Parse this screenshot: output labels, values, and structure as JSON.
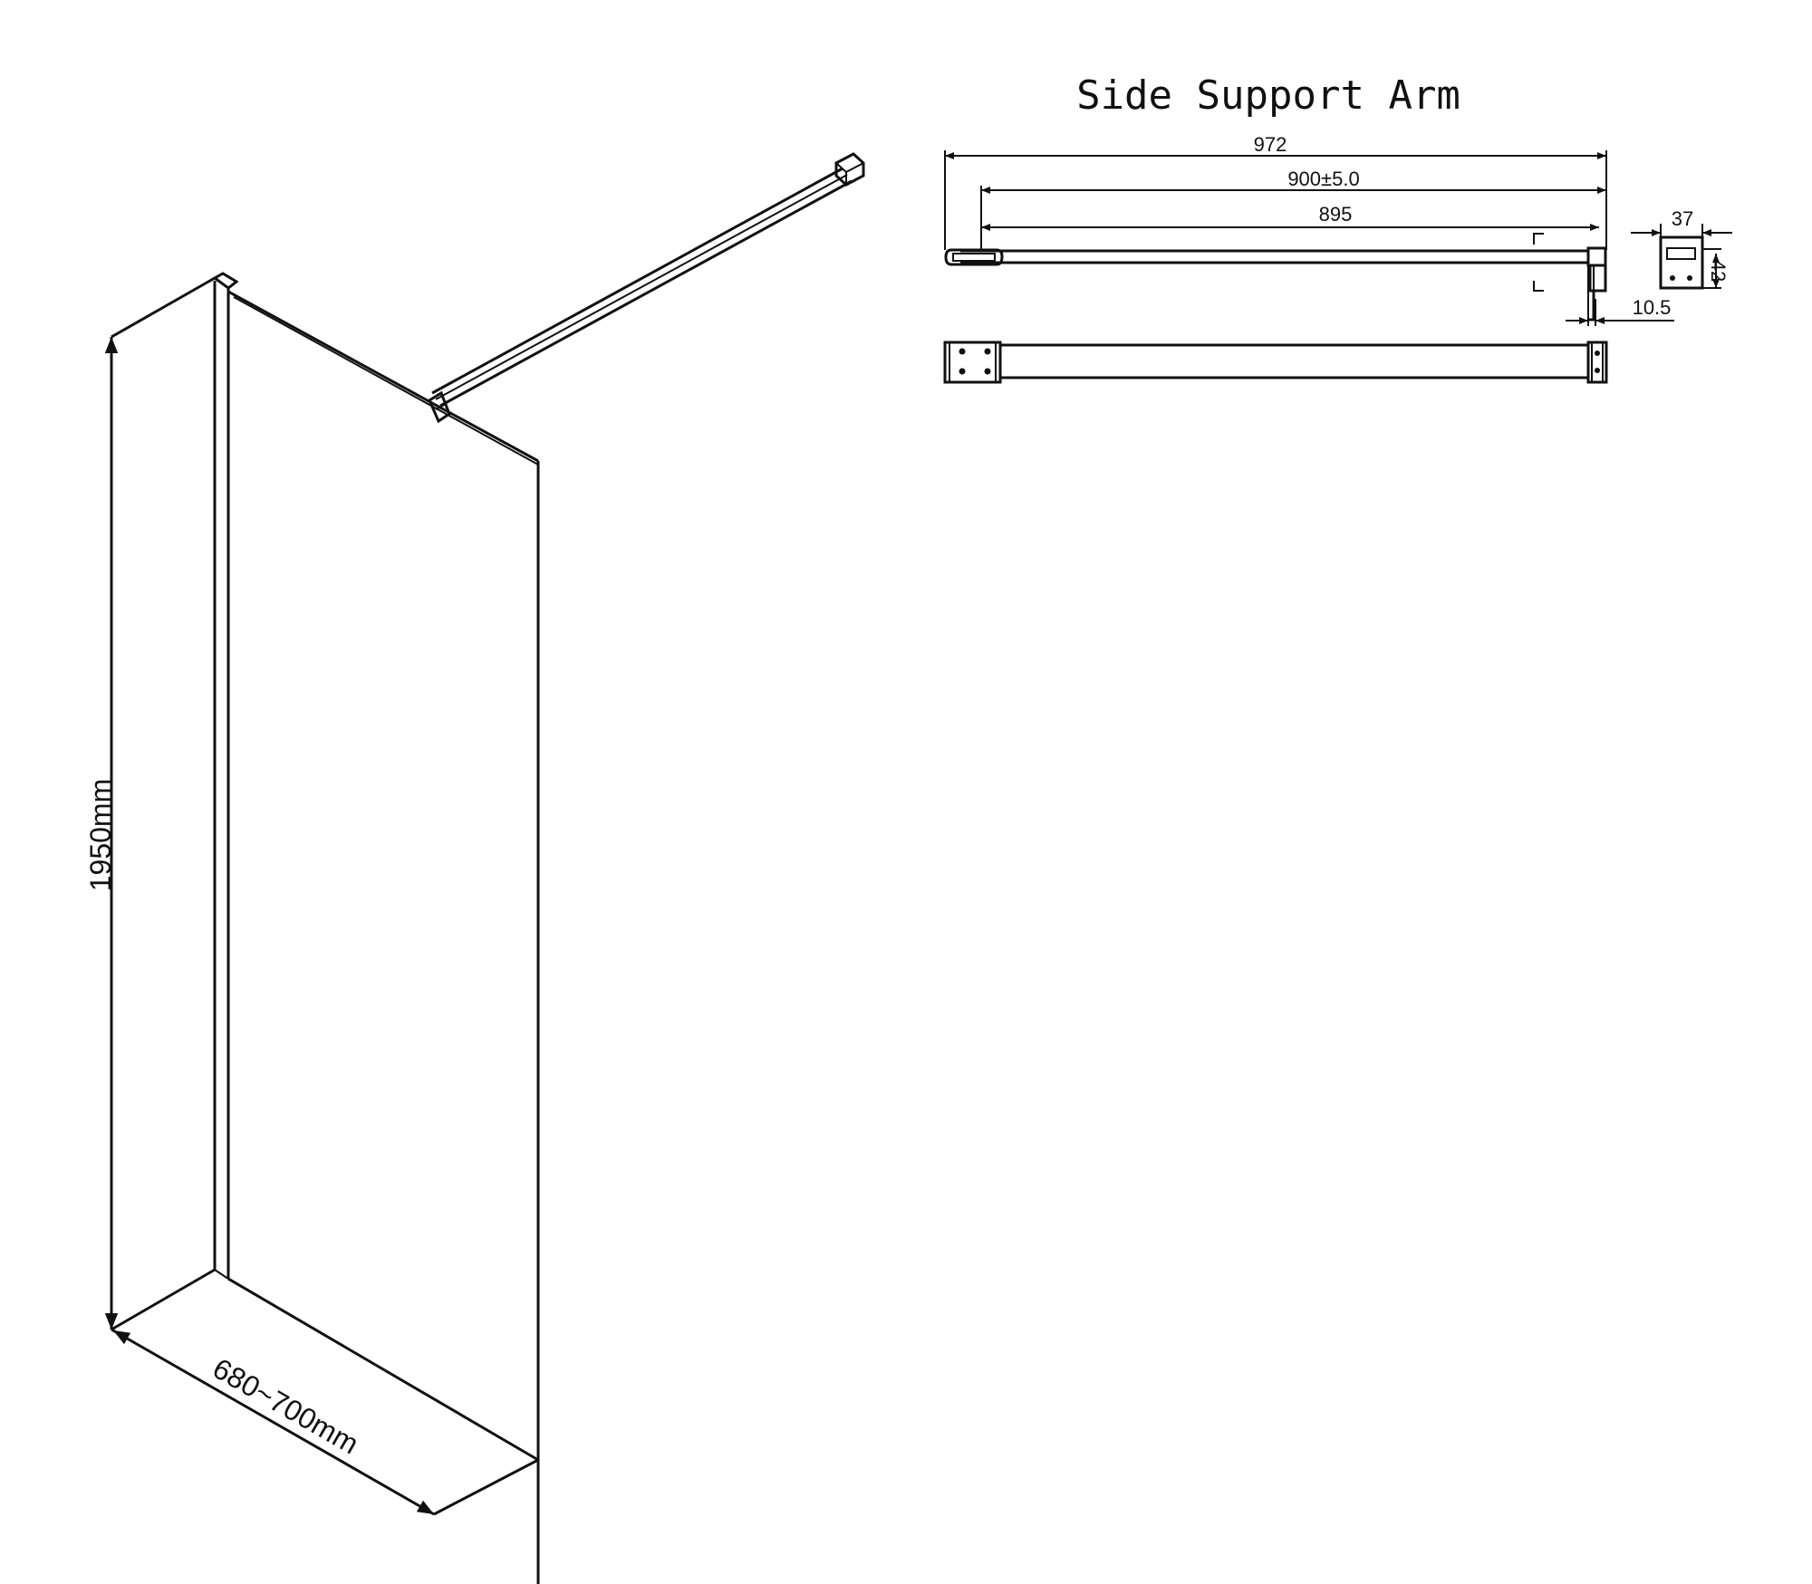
{
  "title": "Side Support Arm",
  "panel": {
    "height_label": "1950mm",
    "width_label": "680~700mm"
  },
  "arm": {
    "overall_length_label": "972",
    "adjustable_length_label": "900±5.0",
    "bar_length_label": "895",
    "end_width_label": "37",
    "end_height_label": "42",
    "clamp_gap_label": "10.5"
  },
  "colors": {
    "line": "#111111",
    "background": "#ffffff"
  }
}
